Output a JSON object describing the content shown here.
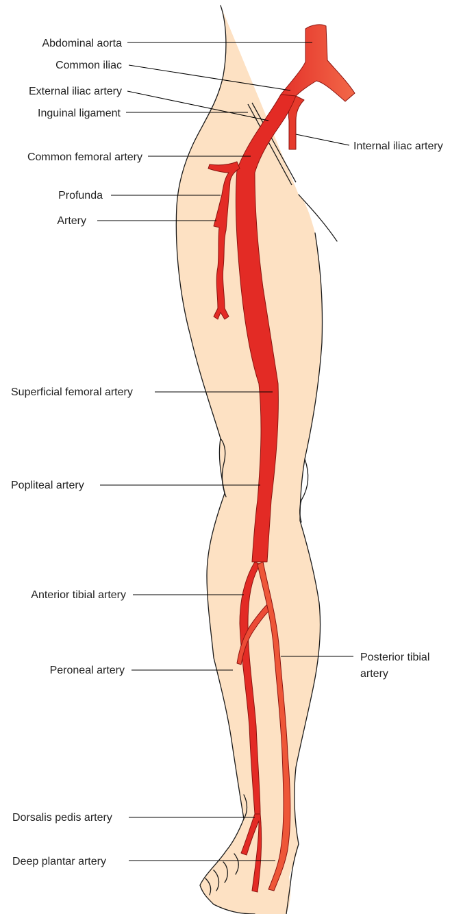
{
  "colors": {
    "skin": "#fde1c3",
    "outline": "#1a1a1a",
    "artery_main": "#e32b25",
    "artery_light": "#ef5a3c",
    "artery_edge": "#8a1410",
    "leader": "#000000",
    "text": "#222222"
  },
  "labels": {
    "abdominal_aorta": "Abdominal aorta",
    "common_iliac": "Common iliac",
    "external_iliac_artery": "External iliac artery",
    "inguinal_ligament": "Inguinal ligament",
    "internal_iliac_artery": "Internal iliac artery",
    "common_femoral_artery": "Common femoral artery",
    "profunda": "Profunda",
    "artery": "Artery",
    "superficial_femoral_artery": "Superficial femoral artery",
    "popliteal_artery": "Popliteal artery",
    "anterior_tibial_artery": "Anterior tibial artery",
    "peroneal_artery": "Peroneal artery",
    "posterior_tibial_artery_line1": "Posterior tibial",
    "posterior_tibial_artery_line2": "artery",
    "dorsalis_pedis_artery": "Dorsalis pedis artery",
    "deep_plantar_artery": "Deep plantar artery"
  }
}
